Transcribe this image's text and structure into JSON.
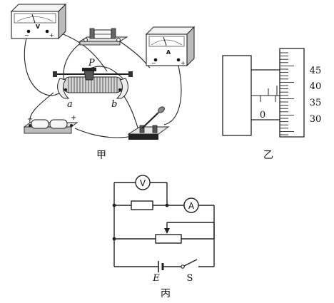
{
  "figure_jia": {
    "caption": "甲",
    "voltmeter": {
      "symbol": "V",
      "minus": "−",
      "plus": "+"
    },
    "ammeter": {
      "symbol": "A",
      "minus": "−",
      "plus": "+"
    },
    "rheostat": {
      "slider_label": "P",
      "end_a": "a",
      "end_b": "b"
    },
    "battery": {
      "minus": "−",
      "plus": "+"
    }
  },
  "figure_yi": {
    "caption": "乙",
    "main_scale_zero": "0",
    "thimble_labels": [
      "45",
      "40",
      "35",
      "30"
    ]
  },
  "figure_bing": {
    "caption": "丙",
    "voltmeter_symbol": "V",
    "ammeter_symbol": "A",
    "emf_label": "E",
    "switch_label": "S"
  }
}
